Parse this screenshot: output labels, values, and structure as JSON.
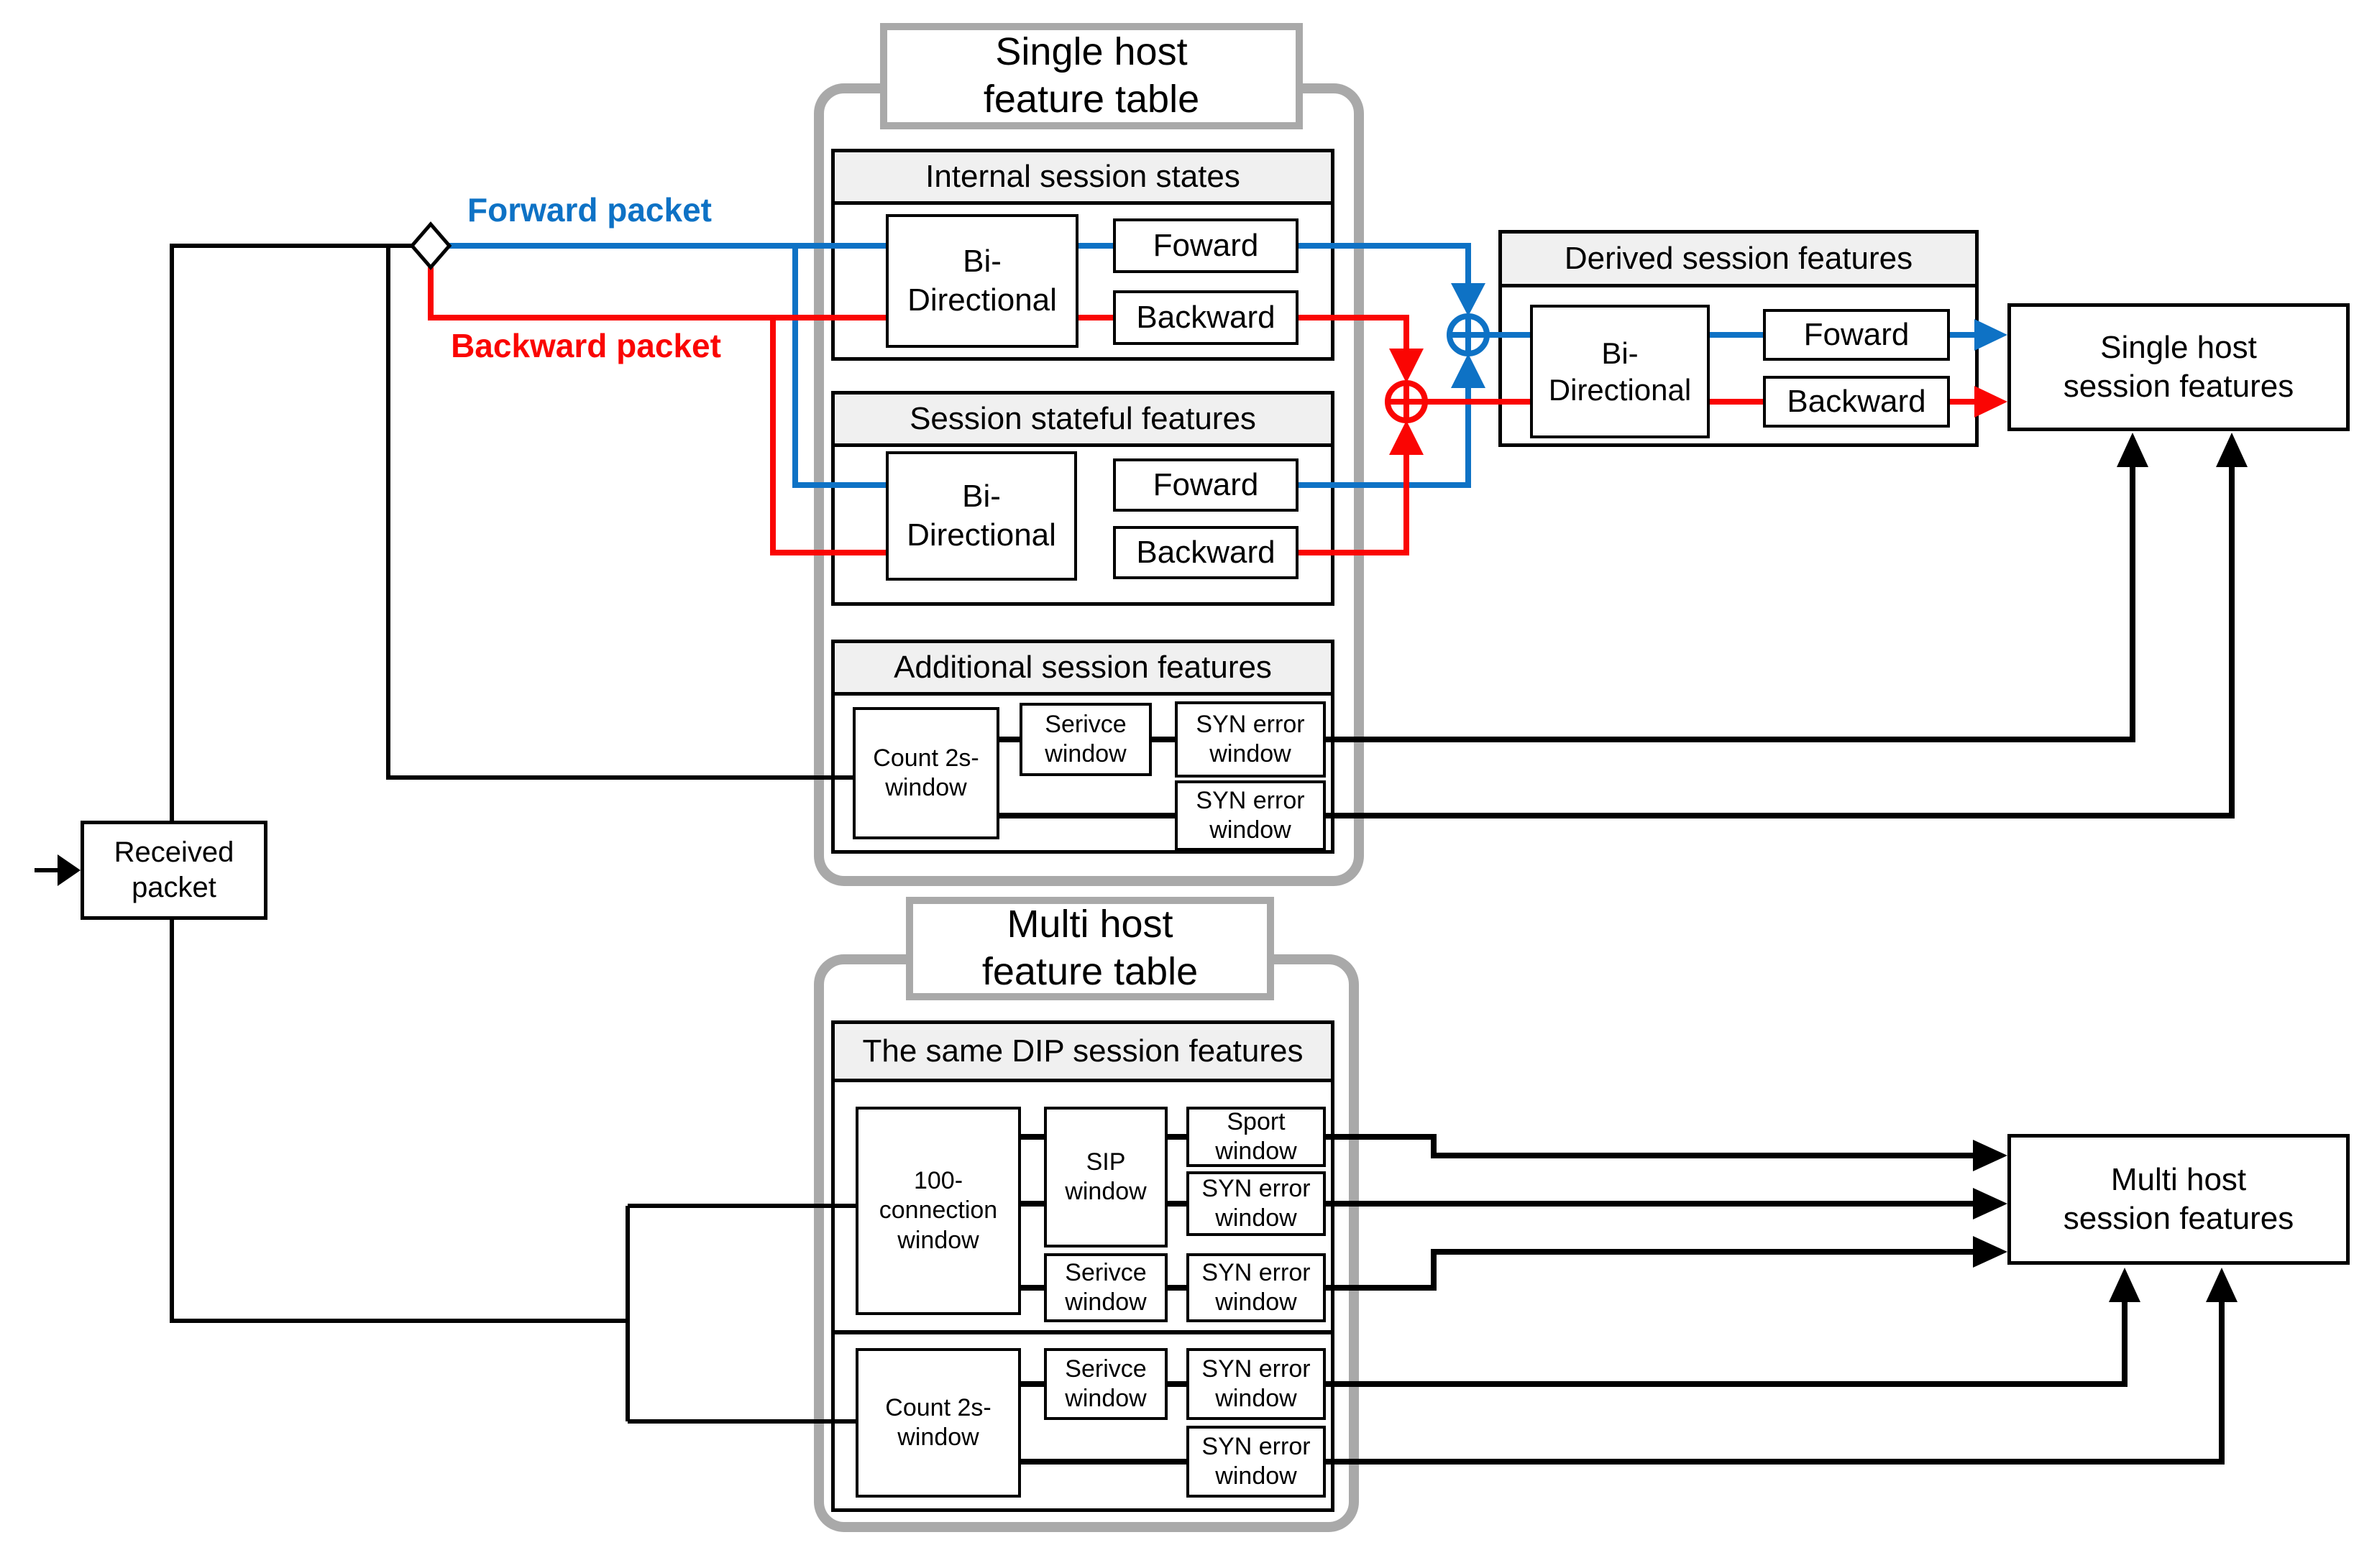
{
  "colors": {
    "forward": "#0e72c5",
    "backward": "#fa0503",
    "container_border": "#a9a9a9",
    "header_fill": "#f0f0f0",
    "line": "#000000"
  },
  "received_packet": {
    "label": "Received\npacket"
  },
  "flow": {
    "forward_label": "Forward packet",
    "backward_label": "Backward packet"
  },
  "single_host_table": {
    "title": "Single host\nfeature table",
    "sections": {
      "internal": {
        "header": "Internal session states",
        "bidirectional": "Bi-\nDirectional",
        "forward": "Foward",
        "backward": "Backward"
      },
      "stateful": {
        "header": "Session stateful features",
        "bidirectional": "Bi-\nDirectional",
        "forward": "Foward",
        "backward": "Backward"
      },
      "additional": {
        "header": "Additional session features",
        "count_window": "Count 2s-\nwindow",
        "service_window": "Serivce\nwindow",
        "syn_error_1": "SYN error\nwindow",
        "syn_error_2": "SYN error\nwindow"
      }
    }
  },
  "derived": {
    "header": "Derived session features",
    "bidirectional": "Bi-\nDirectional",
    "forward": "Foward",
    "backward": "Backward"
  },
  "outputs": {
    "single": "Single host\nsession features",
    "multi": "Multi host\nsession features"
  },
  "multi_host_table": {
    "title": "Multi host\nfeature table",
    "dip_section": {
      "header": "The same DIP session features",
      "group1": {
        "connection_window": "100-\nconnection\nwindow",
        "sip_window": "SIP\nwindow",
        "sport_window": "Sport\nwindow",
        "syn_error_1": "SYN error\nwindow",
        "service_window": "Serivce\nwindow",
        "syn_error_2": "SYN error\nwindow"
      },
      "group2": {
        "count_window": "Count 2s-\nwindow",
        "service_window": "Serivce\nwindow",
        "syn_error_1": "SYN error\nwindow",
        "syn_error_2": "SYN error\nwindow"
      }
    }
  }
}
